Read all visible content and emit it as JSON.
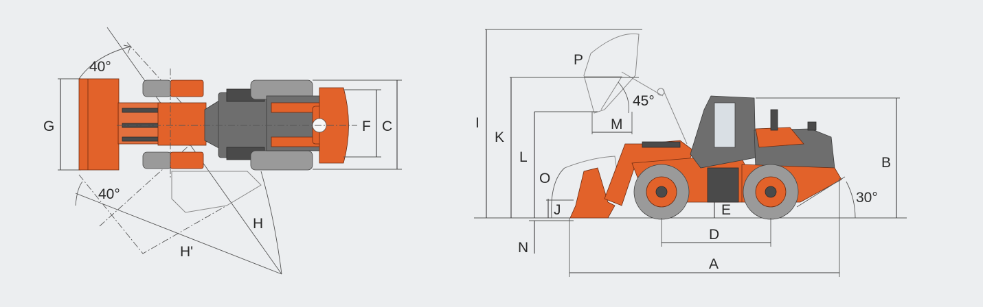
{
  "top_view": {
    "labels": {
      "G": "G",
      "F": "F",
      "C": "C",
      "H": "H",
      "H_prime": "H'"
    },
    "angles": {
      "front": "40°",
      "rear": "40°"
    }
  },
  "side_view": {
    "labels": {
      "I": "I",
      "K": "K",
      "L": "L",
      "O": "O",
      "J": "J",
      "N": "N",
      "P": "P",
      "M": "M",
      "E": "E",
      "D": "D",
      "A": "A",
      "B": "B"
    },
    "angles": {
      "dump": "45°",
      "departure": "30°"
    }
  },
  "colors": {
    "body": "#e2622a",
    "chassis": "#6e6e6e",
    "background": "#eceef0"
  }
}
